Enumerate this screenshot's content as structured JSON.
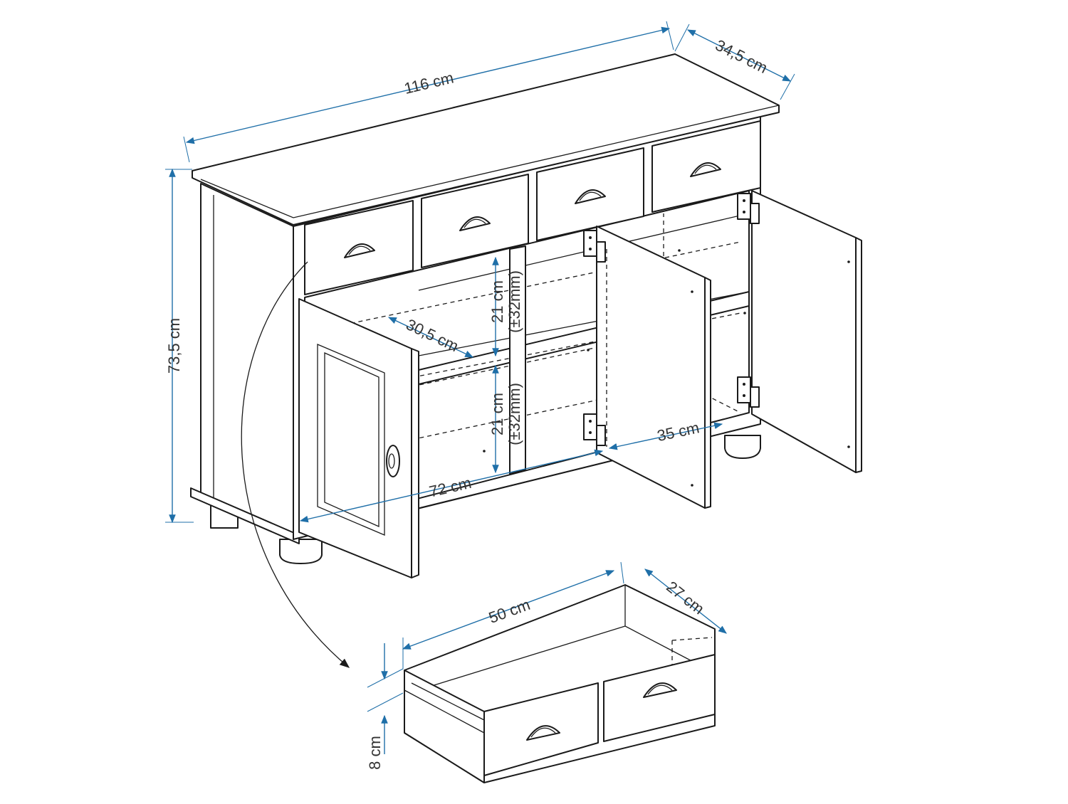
{
  "colors": {
    "dimension": "#1f6fa8",
    "line": "#1a1a1a",
    "label": "#333333"
  },
  "dimensions": {
    "width": "116 cm",
    "depth": "34,5 cm",
    "height": "73,5 cm",
    "shelf_depth": "30,5 cm",
    "shelf_upper": "21 cm",
    "shelf_upper_adjust": "(±32mm)",
    "shelf_lower": "21 cm",
    "shelf_lower_adjust": "(±32mm)",
    "inner_width": "72 cm",
    "right_depth": "35 cm",
    "drawer_width": "50 cm",
    "drawer_depth": "27 cm",
    "drawer_height": "8 cm"
  }
}
